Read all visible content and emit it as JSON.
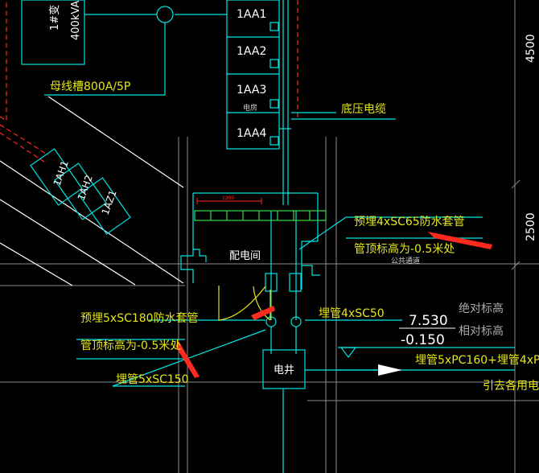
{
  "drawing": {
    "panels": [
      "1AA1",
      "1AA2",
      "1AA3",
      "1AA4"
    ],
    "panel_room_label": "电房",
    "transformer": {
      "name": "1#变",
      "rating": "400kVA"
    },
    "busway": "母线槽800A/5P",
    "low_voltage_cable": "底压电缆",
    "rotated_panels": [
      "1AH1",
      "1AH2",
      "1AZ1"
    ],
    "distribution_room": "配电间",
    "dim_small": "1200",
    "annotation_right": {
      "line1": "预埋4xSC65防水套管",
      "line2": "管顶标高为-0.5米处"
    },
    "public_corridor": "公共通道",
    "annotation_left": {
      "line1": "预埋5xSC180防水套管",
      "line2": "管顶标高为-0.5米处"
    },
    "buried_sc50": "埋管4xSC50",
    "buried_sc150": "埋管5xSC150",
    "elev_absolute": {
      "value": "7.530",
      "label": "绝对标高"
    },
    "elev_relative": {
      "value": "-0.150",
      "label": "相对标高"
    },
    "electric_well": "电井",
    "buried_pc": "埋管5xPC160+埋管4xP",
    "lead_note": "引去各用电点",
    "dim_4500": "4500",
    "dim_2500": "2500"
  },
  "colors": {
    "cyan": "#00E5E5",
    "white": "#FFFFFF",
    "green": "#44D944",
    "red": "#FF2A1F",
    "yellow": "#E6E61A",
    "gray": "#8A8A8A",
    "dark_red": "#B31515"
  }
}
